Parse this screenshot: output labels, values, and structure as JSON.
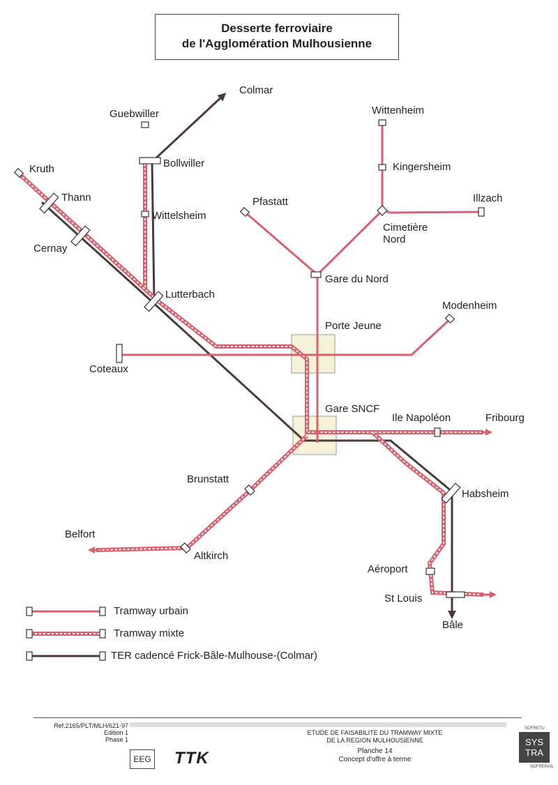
{
  "title": {
    "line1": "Desserte ferroviaire",
    "line2": "de l'Agglomération Mulhousienne"
  },
  "colors": {
    "tram_urbain": "#d9606e",
    "tram_mixte": "#d9606e",
    "ter": "#4a3a3a",
    "hub_fill": "#f6f2d8"
  },
  "stations": {
    "colmar": "Colmar",
    "guebwiller": "Guebwiller",
    "bollwiller": "Bollwiller",
    "kruth": "Kruth",
    "thann": "Thann",
    "cernay": "Cernay",
    "wittelsheim": "Wittelsheim",
    "lutterbach": "Lutterbach",
    "wittenheim": "Wittenheim",
    "kingersheim": "Kingersheim",
    "illzach": "Illzach",
    "pfastatt": "Pfastatt",
    "cimetiere_nord": "Cimetière\nNord",
    "gare_du_nord": "Gare du Nord",
    "modenheim": "Modenheim",
    "porte_jeune": "Porte Jeune",
    "coteaux": "Coteaux",
    "gare_sncf": "Gare SNCF",
    "ile_napoleon": "Ile Napoléon",
    "fribourg": "Fribourg",
    "brunstatt": "Brunstatt",
    "habsheim": "Habsheim",
    "belfort": "Belfort",
    "altkirch": "Altkirch",
    "aeroport": "Aéroport",
    "st_louis": "St Louis",
    "bale": "Bâle"
  },
  "legend": [
    {
      "label": "Tramway urbain",
      "style": "urbain"
    },
    {
      "label": "Tramway mixte",
      "style": "mixte"
    },
    {
      "label": "TER cadencé Frick-Bâle-Mulhouse-(Colmar)",
      "style": "ter"
    }
  ],
  "footer": {
    "ref_line1": "Ref.2165/PLT/MLH/621-97",
    "ref_line2": "Edition 1",
    "ref_line3": "Phase 1",
    "study_line1": "ETUDE DE FAISABILITE DU TRAMWAY MIXTE",
    "study_line2": "DE LA REGION MULHOUSIENNE",
    "plan_line1": "Planche 14",
    "plan_line2": "Concept d'offre à terme",
    "eeg": "EEG",
    "ttk": "TTK",
    "systra_top": "SYS",
    "systra_bottom": "TRA",
    "sofretu": "SOFRETU",
    "sofrerail": "SOFRERAIL"
  }
}
